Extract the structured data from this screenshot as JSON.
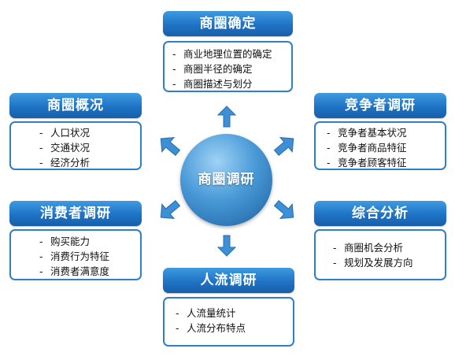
{
  "center": {
    "label": "商圈调研"
  },
  "modules": {
    "top": {
      "title": "商圈确定",
      "items": [
        "商业地理位置的确定",
        "商圈半径的确定",
        "商圈描述与划分"
      ]
    },
    "left_top": {
      "title": "商圈概况",
      "items": [
        "人口状况",
        "交通状况",
        "经济分析"
      ]
    },
    "right_top": {
      "title": "竞争者调研",
      "items": [
        "竞争者基本状况",
        "竞争者商品特征",
        "竞争者顾客特征"
      ]
    },
    "left_bottom": {
      "title": "消费者调研",
      "items": [
        "购买能力",
        "消费行为特征",
        "消费者满意度"
      ]
    },
    "right_bottom": {
      "title": "综合分析",
      "items": [
        "商圈机会分析",
        "规划及发展方向"
      ]
    },
    "bottom": {
      "title": "人流调研",
      "items": [
        "人流量统计",
        "人流分布特点"
      ]
    }
  },
  "colors": {
    "header_blue": "#1f73c6",
    "border_blue": "#2f7fc8",
    "arrow_blue": "#3d8fd6",
    "circle_blue": "#4a9ad8"
  },
  "icons": {
    "arrow": "arrow-icon"
  }
}
